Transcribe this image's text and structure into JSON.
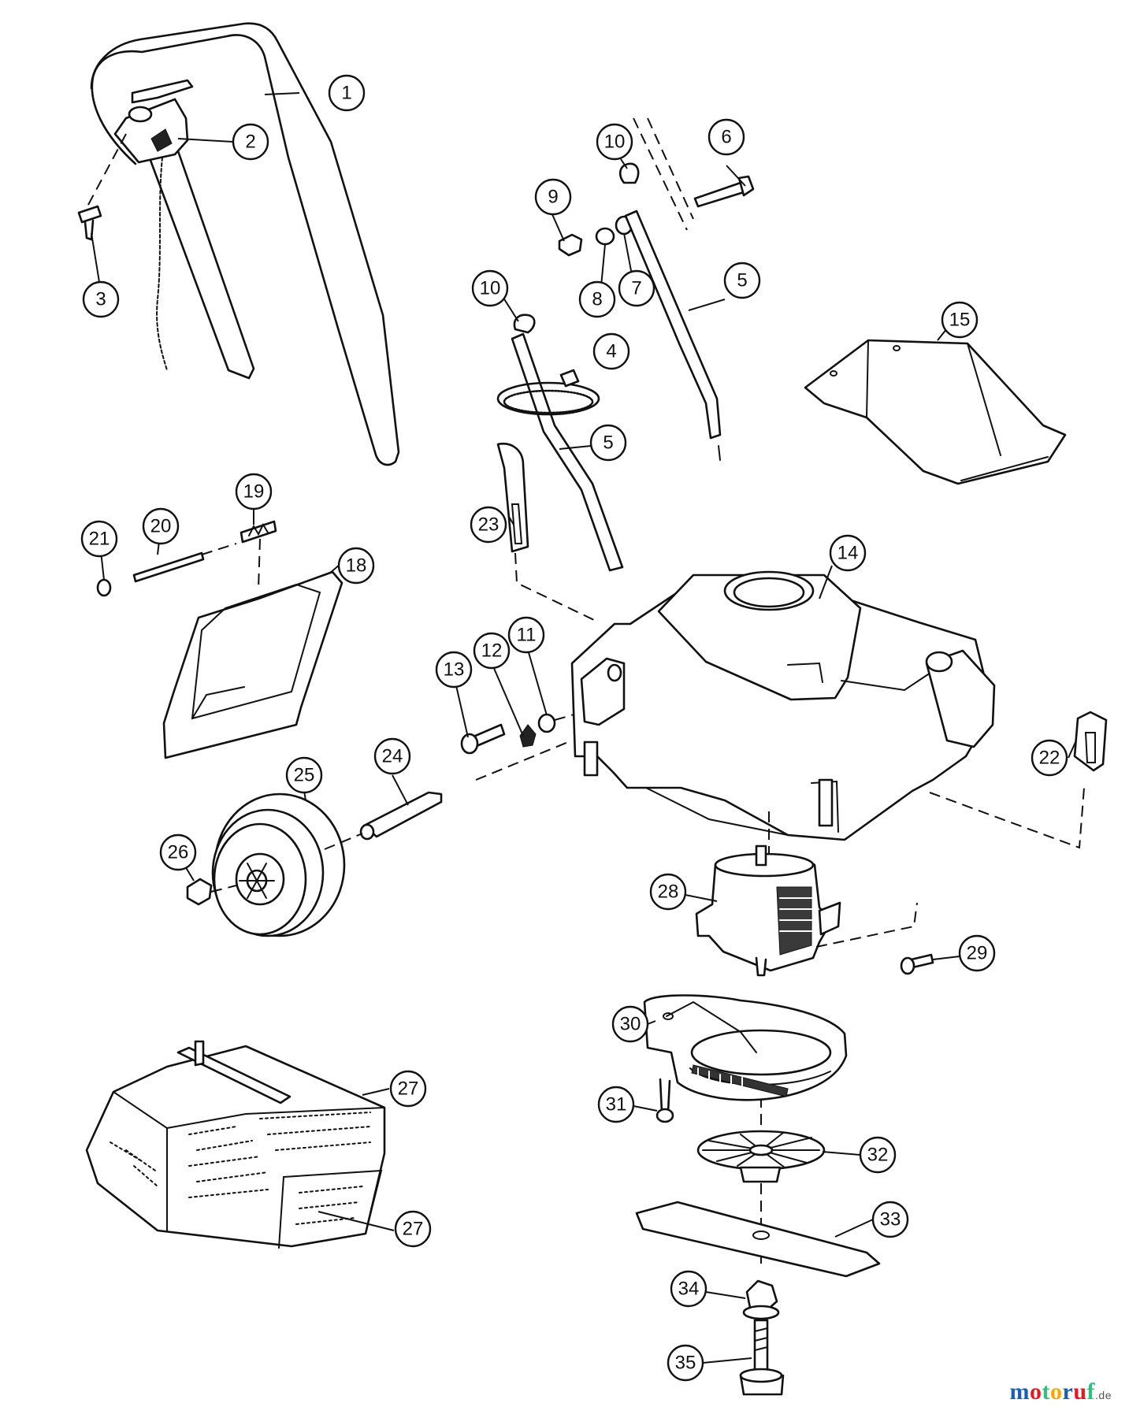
{
  "brand": {
    "letters": [
      "m",
      "o",
      "t",
      "o",
      "r",
      "u",
      "f"
    ],
    "letter_colors": [
      "#1a5fb4",
      "#e01b24",
      "#2ec27e",
      "#f6a800",
      "#1a5fb4",
      "#e01b24",
      "#2ec27e"
    ],
    "suffix": ".de"
  },
  "callouts": [
    {
      "id": "c1",
      "label": "1"
    },
    {
      "id": "c2",
      "label": "2"
    },
    {
      "id": "c3",
      "label": "3"
    },
    {
      "id": "c4",
      "label": "4"
    },
    {
      "id": "c5a",
      "label": "5"
    },
    {
      "id": "c5b",
      "label": "5"
    },
    {
      "id": "c6",
      "label": "6"
    },
    {
      "id": "c7",
      "label": "7"
    },
    {
      "id": "c8",
      "label": "8"
    },
    {
      "id": "c9",
      "label": "9"
    },
    {
      "id": "c10a",
      "label": "10"
    },
    {
      "id": "c10b",
      "label": "10"
    },
    {
      "id": "c11",
      "label": "11"
    },
    {
      "id": "c12",
      "label": "12"
    },
    {
      "id": "c13",
      "label": "13"
    },
    {
      "id": "c14",
      "label": "14"
    },
    {
      "id": "c15",
      "label": "15"
    },
    {
      "id": "c18",
      "label": "18"
    },
    {
      "id": "c19",
      "label": "19"
    },
    {
      "id": "c20",
      "label": "20"
    },
    {
      "id": "c21",
      "label": "21"
    },
    {
      "id": "c22",
      "label": "22"
    },
    {
      "id": "c23",
      "label": "23"
    },
    {
      "id": "c24",
      "label": "24"
    },
    {
      "id": "c25",
      "label": "25"
    },
    {
      "id": "c26",
      "label": "26"
    },
    {
      "id": "c27a",
      "label": "27"
    },
    {
      "id": "c27b",
      "label": "27"
    },
    {
      "id": "c28",
      "label": "28"
    },
    {
      "id": "c29",
      "label": "29"
    },
    {
      "id": "c30",
      "label": "30"
    },
    {
      "id": "c31",
      "label": "31"
    },
    {
      "id": "c32",
      "label": "32"
    },
    {
      "id": "c33",
      "label": "33"
    },
    {
      "id": "c34",
      "label": "34"
    },
    {
      "id": "c35",
      "label": "35"
    }
  ]
}
